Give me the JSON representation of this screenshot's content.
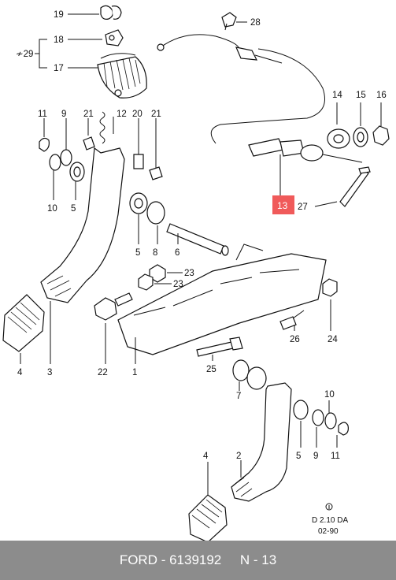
{
  "diagram": {
    "callouts": {
      "c1": "1",
      "c2": "2",
      "c3": "3",
      "c4a": "4",
      "c4b": "4",
      "c5a": "5",
      "c5b": "5",
      "c5c": "5",
      "c6": "6",
      "c7": "7",
      "c8": "8",
      "c9a": "9",
      "c9b": "9",
      "c10a": "10",
      "c10b": "10",
      "c11a": "11",
      "c11b": "11",
      "c12": "12",
      "c14": "14",
      "c15": "15",
      "c16": "16",
      "c17": "17",
      "c18": "18",
      "c19": "19",
      "c20": "20",
      "c21a": "21",
      "c21b": "21",
      "c22": "22",
      "c23a": "23",
      "c23b": "23",
      "c24": "24",
      "c25": "25",
      "c26": "26",
      "c27": "27",
      "c28": "28",
      "c29": "29"
    },
    "highlight_label": "13",
    "revision_id": "D 2.10 DA",
    "revision_date": "02-90",
    "colors": {
      "highlight": "#f05a5a",
      "footer": "#8c8c8c"
    }
  },
  "footer": {
    "text": "FORD - 6139192     N - 13"
  }
}
